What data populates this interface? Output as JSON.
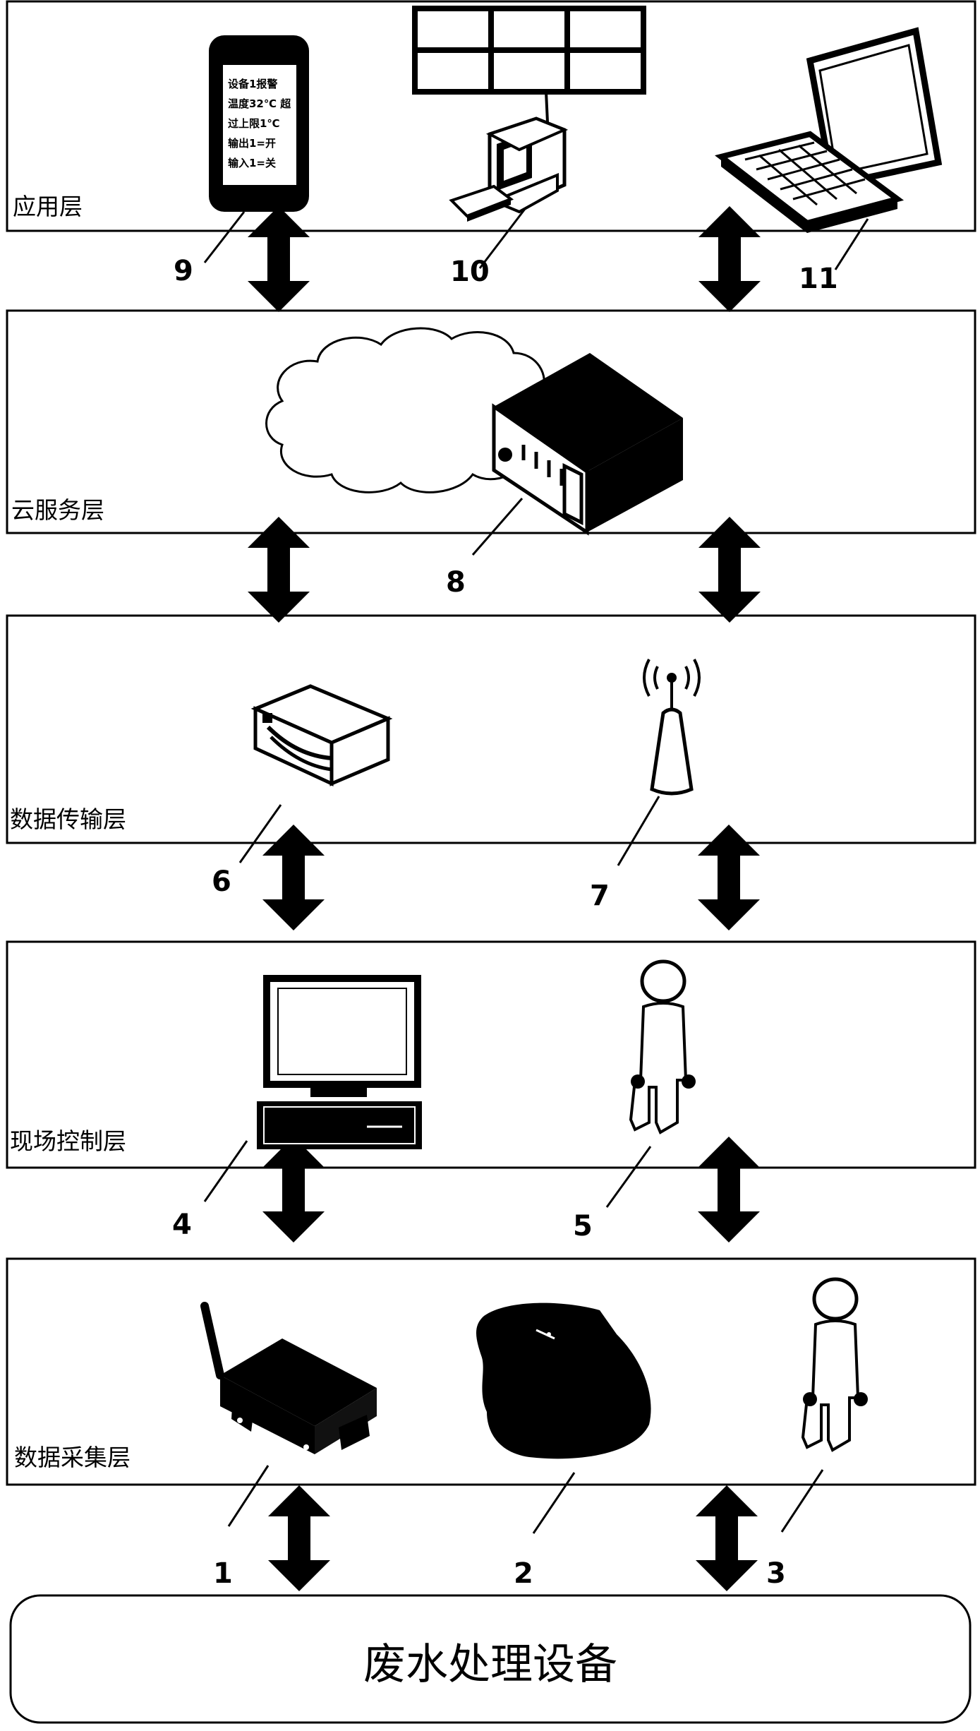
{
  "layers": [
    {
      "id": "application",
      "label": "应用层"
    },
    {
      "id": "cloud",
      "label": "云服务层"
    },
    {
      "id": "transmission",
      "label": "数据传输层"
    },
    {
      "id": "field-control",
      "label": "现场控制层"
    },
    {
      "id": "acquisition",
      "label": "数据采集层"
    }
  ],
  "callouts": {
    "n1": "1",
    "n2": "2",
    "n3": "3",
    "n4": "4",
    "n5": "5",
    "n6": "6",
    "n7": "7",
    "n8": "8",
    "n9": "9",
    "n10": "10",
    "n11": "11"
  },
  "phone_screen": [
    "设备1报警",
    "温度32℃ 超",
    "过上限1℃",
    "输出1=开",
    "输入1=关"
  ],
  "base": {
    "label": "废水处理设备"
  }
}
